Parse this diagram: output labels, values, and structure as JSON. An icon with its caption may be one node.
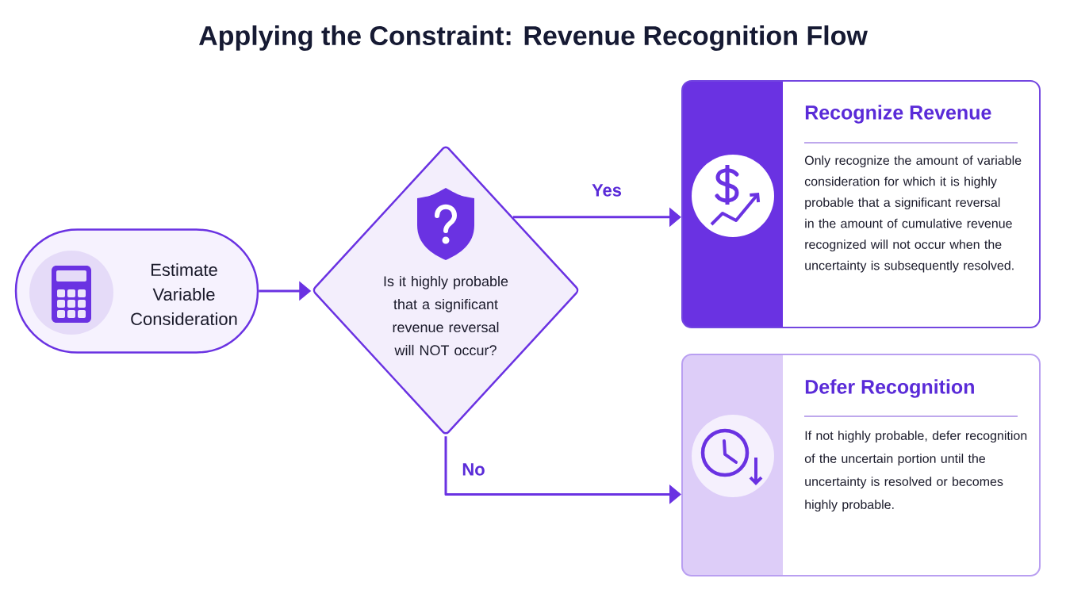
{
  "diagram": {
    "title": "Applying the Constraint: Revenue Recognition Flow",
    "nodes": [
      {
        "text": [
          "Estimate Variable Consideration"
        ]
      },
      {
        "text": [
          "Is it highly probable that a significant revenue reversal will NOT occur?"
        ]
      },
      {
        "text": [
          "Recognize Revenue",
          "Only recognize the amount of variable consideration for which it is highly probable that a significant reversal in the amount of cumulative revenue recognized will not occur when the uncertainty is subsequently resolved."
        ]
      },
      {
        "text": [
          "Defer Recognition",
          "If not highly probable, defer recognition of the uncertain portion until the uncertainty is resolved or becomes highly probable."
        ]
      }
    ],
    "edges": [
      {
        "from": 0,
        "to": 1,
        "arrow": "to"
      },
      {
        "from": 1,
        "to": 2,
        "arrow": "to",
        "label": "Yes"
      },
      {
        "from": 1,
        "to": 3,
        "arrow": "to",
        "label": "No"
      }
    ]
  }
}
